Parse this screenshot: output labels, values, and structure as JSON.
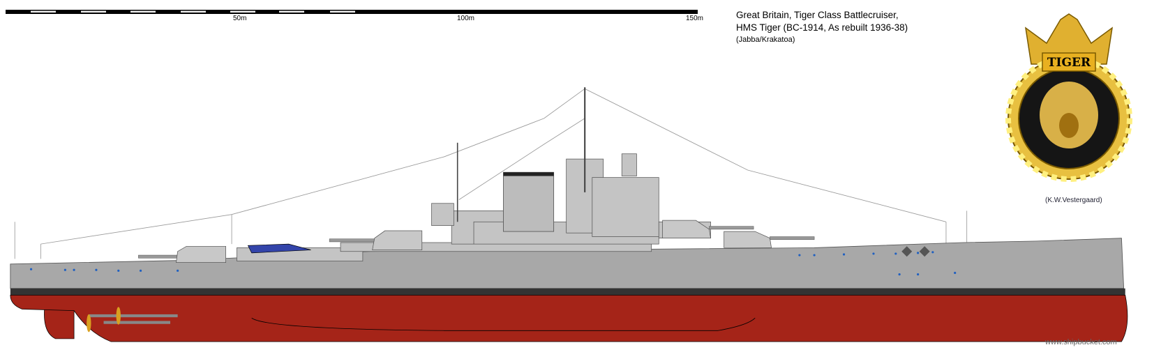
{
  "scale_bar": {
    "labels": [
      "50m",
      "100m",
      "150m"
    ],
    "max_m": 150
  },
  "title": {
    "line1": "Great Britain, Tiger Class Battlecruiser,",
    "line2": "HMS Tiger (BC-1914, As rebuilt 1936-38)",
    "line3": "(Jabba/Krakatoa)"
  },
  "crest": {
    "name": "TIGER",
    "credit": "(K.W.Vestergaard)"
  },
  "watermark": "www.shipbucket.com",
  "colors": {
    "hull_grey": "#a8a8a8",
    "boot_top": "#333333",
    "antifouling": "#a52418",
    "crest_gold": "#e8c040",
    "crest_black": "#151515"
  }
}
